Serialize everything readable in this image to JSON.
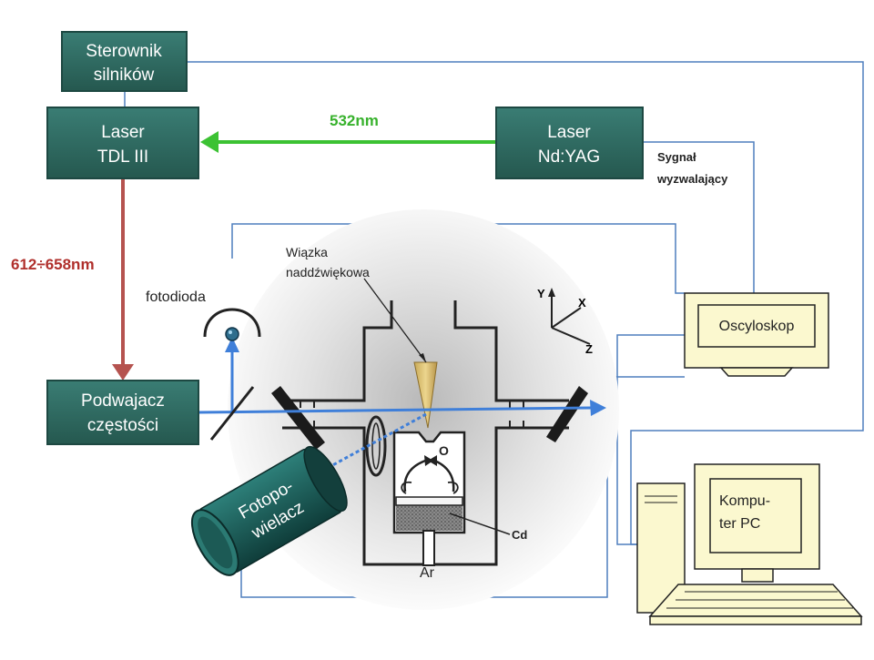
{
  "boxes": {
    "motor_controller": [
      "Sterownik",
      "silników"
    ],
    "laser_tdl": [
      "Laser",
      "TDL III"
    ],
    "laser_ndyag": [
      "Laser",
      "Nd:YAG"
    ],
    "frequency_doubler": [
      "Podwajacz",
      "częstości"
    ]
  },
  "labels": {
    "green_beam": "532nm",
    "red_beam": "612÷658nm",
    "trigger_signal": [
      "Sygnał",
      "wyzwalający"
    ],
    "photodiode": "fotodioda",
    "supersonic_beam": [
      "Wiązka",
      "naddźwiękowa"
    ],
    "oxygen": "O",
    "cadmium": "Cd",
    "argon": "Ar",
    "photomultiplier": [
      "Fotopo-",
      "wielacz"
    ],
    "oscilloscope": "Oscyloskop",
    "computer": [
      "Kompu-",
      "ter PC"
    ]
  },
  "axes": {
    "y": "Y",
    "x": "X",
    "z": "Z"
  },
  "colors": {
    "box_fill": "#2f6b63",
    "box_stroke": "#1d4842",
    "green_beam": "#3cc233",
    "red_beam": "#b5534f",
    "blue_beam": "#3f7fd9",
    "wire": "#4f7fbe",
    "device_fill": "#fbf8cf",
    "red_label": "#b0302c",
    "green_label": "#38b22d"
  }
}
